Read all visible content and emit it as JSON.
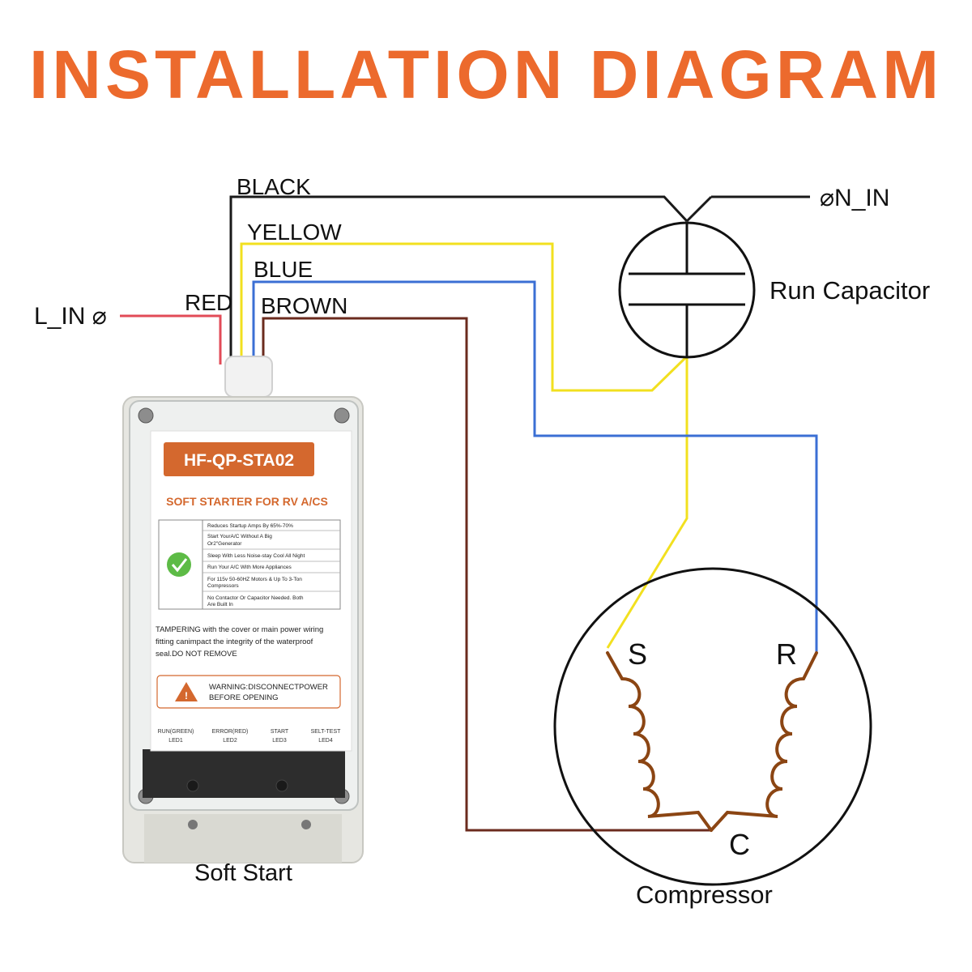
{
  "title": "INSTALLATION DIAGRAM",
  "colors": {
    "title": "#EC6A2D",
    "black_wire": "#1a1a1a",
    "yellow_wire": "#F2E01F",
    "blue_wire": "#3B6FD4",
    "brown_wire": "#6B2B1E",
    "red_wire": "#E24B57",
    "coil": "#8B4513",
    "label_accent": "#D4682E"
  },
  "wires": {
    "black": "BLACK",
    "yellow": "YELLOW",
    "blue": "BLUE",
    "brown": "BROWN",
    "red": "RED"
  },
  "terminals": {
    "l_in": "L_IN ⌀",
    "n_in": "⌀N_IN"
  },
  "run_capacitor": {
    "label": "Run Capacitor"
  },
  "compressor": {
    "label": "Compressor",
    "terminal_s": "S",
    "terminal_r": "R",
    "terminal_c": "C"
  },
  "device": {
    "caption": "Soft Start",
    "model": "HF-QP-STA02",
    "subtitle": "SOFT STARTER FOR RV A/CS",
    "features": [
      "Reduces Startup Amps By 65%-70%",
      "Start YourA/C Without A Big",
      "Or2\"Generator",
      "Sleep With Less Noise-stay Cool All Night",
      "Run Your A/C With More Appliances",
      "For 115v 50-60HZ Motors & Up To 3-Ton",
      "Compressors",
      "No Contactor Or Capacitor Needed. Both",
      "Are Built In"
    ],
    "tamper_text": [
      "TAMPERING with the cover or main power wiring",
      "fitting canimpact the integrity of the waterproof",
      "seal.DO NOT REMOVE"
    ],
    "warning": [
      "WARNING:DISCONNECTPOWER",
      "BEFORE OPENING"
    ],
    "leds": [
      {
        "name": "RUN(GREEN)",
        "id": "LED1"
      },
      {
        "name": "ERROR(RED)",
        "id": "LED2"
      },
      {
        "name": "START",
        "id": "LED3"
      },
      {
        "name": "SELT-TEST",
        "id": "LED4"
      }
    ]
  }
}
